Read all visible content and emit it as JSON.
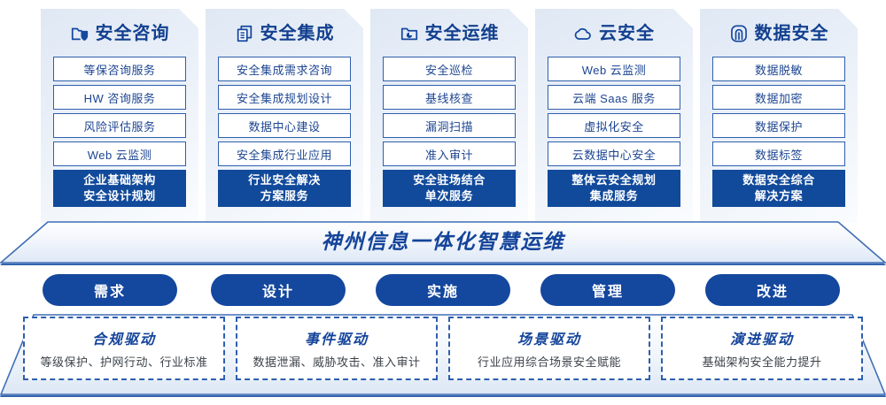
{
  "pillars": [
    {
      "icon": "folder-shield-icon",
      "title": "安全咨询",
      "items": [
        "等保咨询服务",
        "HW 咨询服务",
        "风险评估服务",
        "Web 云监测"
      ],
      "highlight": [
        "企业基础架构",
        "安全设计规划"
      ]
    },
    {
      "icon": "documents-stack-icon",
      "title": "安全集成",
      "items": [
        "安全集成需求咨询",
        "安全集成规划设计",
        "数据中心建设",
        "安全集成行业应用"
      ],
      "highlight": [
        "行业安全解决",
        "方案服务"
      ]
    },
    {
      "icon": "folder-chart-icon",
      "title": "安全运维",
      "items": [
        "安全巡检",
        "基线核查",
        "漏洞扫描",
        "准入审计"
      ],
      "highlight": [
        "安全驻场结合",
        "单次服务"
      ]
    },
    {
      "icon": "cloud-icon",
      "title": "云安全",
      "items": [
        "Web 云监测",
        "云端 Saas 服务",
        "虚拟化安全",
        "云数据中心安全"
      ],
      "highlight": [
        "整体云安全规划",
        "集成服务"
      ]
    },
    {
      "icon": "fingerprint-icon",
      "title": "数据安全",
      "items": [
        "数据脱敏",
        "数据加密",
        "数据保护",
        "数据标签"
      ],
      "highlight": [
        "数据安全综合",
        "解决方案"
      ]
    }
  ],
  "banner": {
    "text": "神州信息一体化智慧运维"
  },
  "stages": [
    {
      "label": "需求"
    },
    {
      "label": "设计"
    },
    {
      "label": "实施"
    },
    {
      "label": "管理"
    },
    {
      "label": "改进"
    }
  ],
  "drivers": [
    {
      "title": "合规驱动",
      "desc": "等级保护、护网行动、行业标准"
    },
    {
      "title": "事件驱动",
      "desc": "数据泄漏、威胁攻击、准入审计"
    },
    {
      "title": "场景驱动",
      "desc": "行业应用综合场景安全赋能"
    },
    {
      "title": "演进驱动",
      "desc": "基础架构安全能力提升"
    }
  ],
  "colors": {
    "primary_blue": "#14479e",
    "deep_blue": "#114a9b",
    "title_blue": "#13408f",
    "border_blue": "#2f5fae",
    "card_bg_light": "#e9eff8",
    "text_gray": "#3c4249"
  }
}
